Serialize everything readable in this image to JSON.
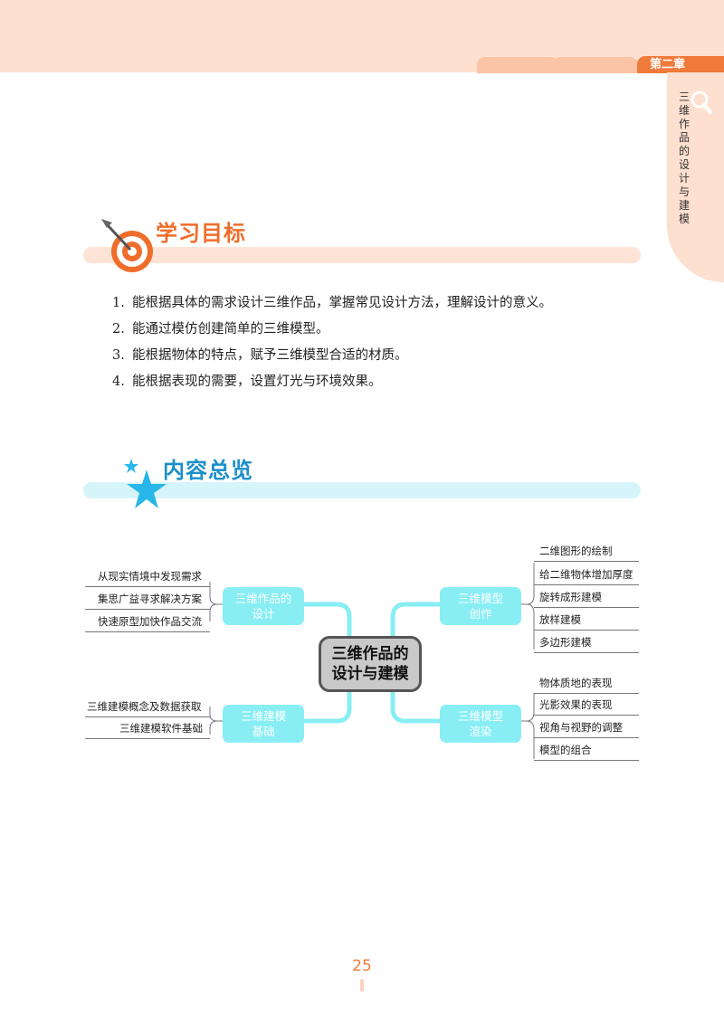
{
  "header": {
    "chapter_label": "第二章",
    "side_title": "三维作品的设计与建模"
  },
  "learning_goals": {
    "title": "学习目标",
    "items": [
      {
        "num": "1.",
        "text": "能根据具体的需求设计三维作品，掌握常见设计方法，理解设计的意义。"
      },
      {
        "num": "2.",
        "text": "能通过模仿创建简单的三维模型。"
      },
      {
        "num": "3.",
        "text": "能根据物体的特点，赋予三维模型合适的材质。"
      },
      {
        "num": "4.",
        "text": "能根据表现的需要，设置灯光与环境效果。"
      }
    ]
  },
  "content_overview": {
    "title": "内容总览",
    "center": {
      "line1": "三维作品的",
      "line2": "设计与建模"
    },
    "branches": {
      "design": {
        "line1": "三维作品的",
        "line2": "设计",
        "leaves": [
          "从现实情境中发现需求",
          "集思广益寻求解决方案",
          "快速原型加快作品交流"
        ]
      },
      "basics": {
        "line1": "三维建模",
        "line2": "基础",
        "leaves": [
          "三维建模概念及数据获取",
          "三维建模软件基础"
        ]
      },
      "creation": {
        "line1": "三维模型",
        "line2": "创作",
        "leaves": [
          "二维图形的绘制",
          "给二维物体增加厚度",
          "旋转成形建模",
          "放样建模",
          "多边形建模"
        ]
      },
      "rendering": {
        "line1": "三维模型",
        "line2": "渲染",
        "leaves": [
          "物体质地的表现",
          "光影效果的表现",
          "视角与视野的调整",
          "模型的组合"
        ]
      }
    }
  },
  "footer": {
    "page_number": "25"
  },
  "colors": {
    "accent_orange": "#f07a3a",
    "accent_blue": "#1b8fc9",
    "node_cyan": "#88eef4"
  }
}
